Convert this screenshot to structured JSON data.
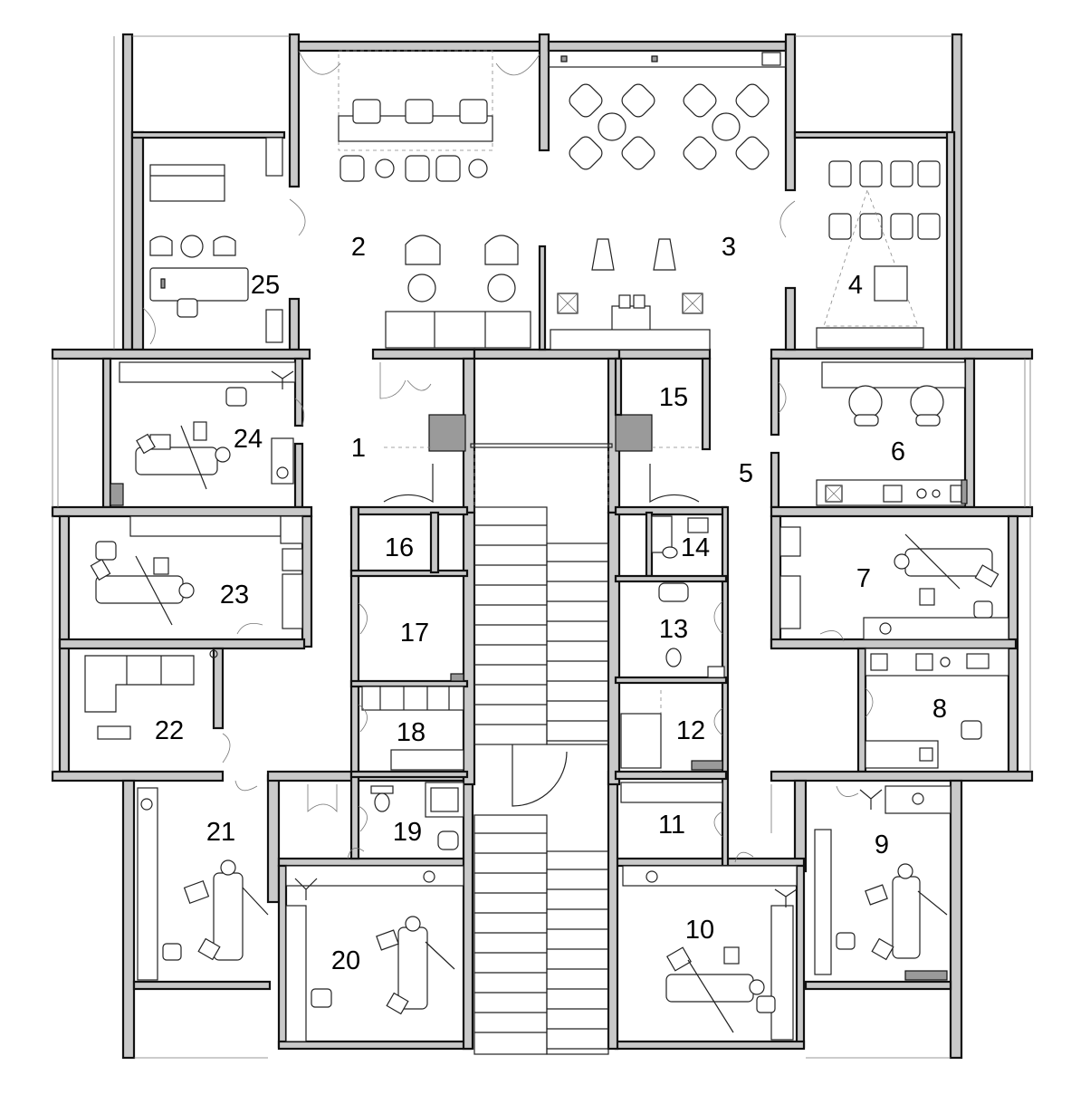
{
  "rooms": [
    {
      "number": "1"
    },
    {
      "number": "2"
    },
    {
      "number": "3"
    },
    {
      "number": "4"
    },
    {
      "number": "5"
    },
    {
      "number": "6"
    },
    {
      "number": "7"
    },
    {
      "number": "8"
    },
    {
      "number": "9"
    },
    {
      "number": "10"
    },
    {
      "number": "11"
    },
    {
      "number": "12"
    },
    {
      "number": "13"
    },
    {
      "number": "14"
    },
    {
      "number": "15"
    },
    {
      "number": "16"
    },
    {
      "number": "17"
    },
    {
      "number": "18"
    },
    {
      "number": "19"
    },
    {
      "number": "20"
    },
    {
      "number": "21"
    },
    {
      "number": "22"
    },
    {
      "number": "23"
    },
    {
      "number": "24"
    },
    {
      "number": "25"
    }
  ],
  "colors": {
    "wall_fill": "#c9c9c9",
    "line": "#111111",
    "background": "#ffffff"
  },
  "icons": [
    "dental-chair-icon",
    "armchair-icon",
    "sofa-icon",
    "table-icon",
    "toilet-icon",
    "sink-icon",
    "stair-icon",
    "door-swing-icon"
  ]
}
